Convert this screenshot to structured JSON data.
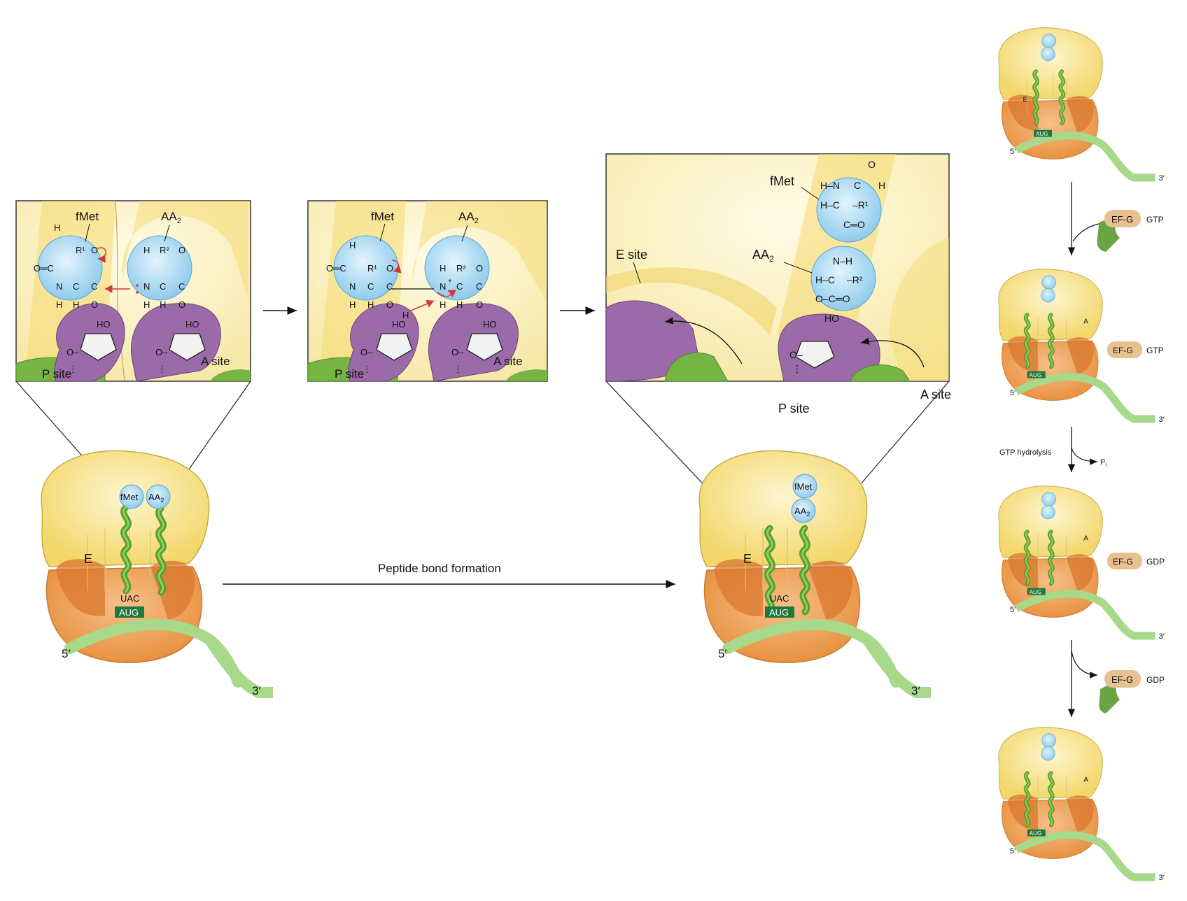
{
  "labels": {
    "fmet": "fMet",
    "aa2_main": "AA",
    "aa2_sub": "2",
    "p_site": "P site",
    "a_site": "A site",
    "e_site": "E site",
    "e": "E",
    "a": "A",
    "uac": "UAC",
    "aug": "AUG",
    "five_prime": "5′",
    "three_prime": "3′",
    "peptide_bond": "Peptide bond formation",
    "efg": "EF-G",
    "gtp": "GTP",
    "gdp": "GDP",
    "gtp_hydrolysis": "GTP hydrolysis",
    "pi_main": "P",
    "pi_sub": "i"
  },
  "chem": {
    "H": "H",
    "C": "C",
    "N": "N",
    "O": "O",
    "R1": "R¹",
    "R2": "R²",
    "HO": "HO",
    "O_eq_C": "O═C",
    "C_eq_O": "C═O",
    "dots": "⋮",
    "nh": "N–H",
    "hn": "H–N",
    "hc": "H–C",
    "r1": "–R¹",
    "r2": "–R²",
    "oc": "O–C═O",
    "o_dash": "O–",
    "plus": "+"
  },
  "colors": {
    "ribo_yellow": "#f7e07a",
    "ribo_light": "#fbf0b5",
    "ribo_orange": "#f0a254",
    "ribo_dark_orange": "#d9772d",
    "trna_green": "#6fb23f",
    "mrna_green": "#a8d88a",
    "aug_box": "#1d7a3c",
    "purple": "#9b6aa8",
    "site_green": "#76b444",
    "amino_blue": "#a6d8f2",
    "efg_tan": "#e8c193",
    "efg_green": "#6aa545"
  }
}
